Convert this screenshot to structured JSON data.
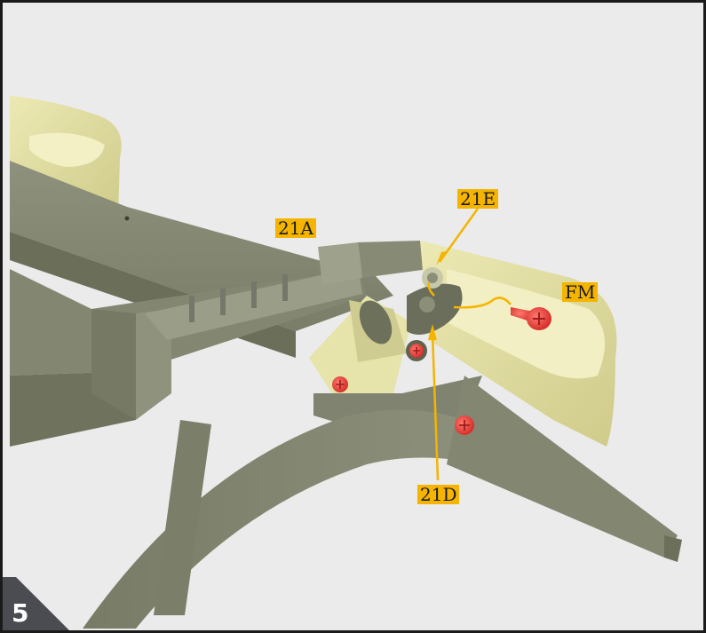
{
  "step": {
    "number": "5"
  },
  "callouts": [
    {
      "id": "21A",
      "text": "21A"
    },
    {
      "id": "21E",
      "text": "21E"
    },
    {
      "id": "FM",
      "text": "FM"
    },
    {
      "id": "21D",
      "text": "21D"
    }
  ],
  "colors": {
    "background": "#ebebeb",
    "frame_part": "#7c806a",
    "tray_part": "#dcd9a0",
    "screw": "#e8403c",
    "callout_fill": "#f5b400",
    "callout_line": "#f5b400",
    "badge": "#4a4c52"
  }
}
